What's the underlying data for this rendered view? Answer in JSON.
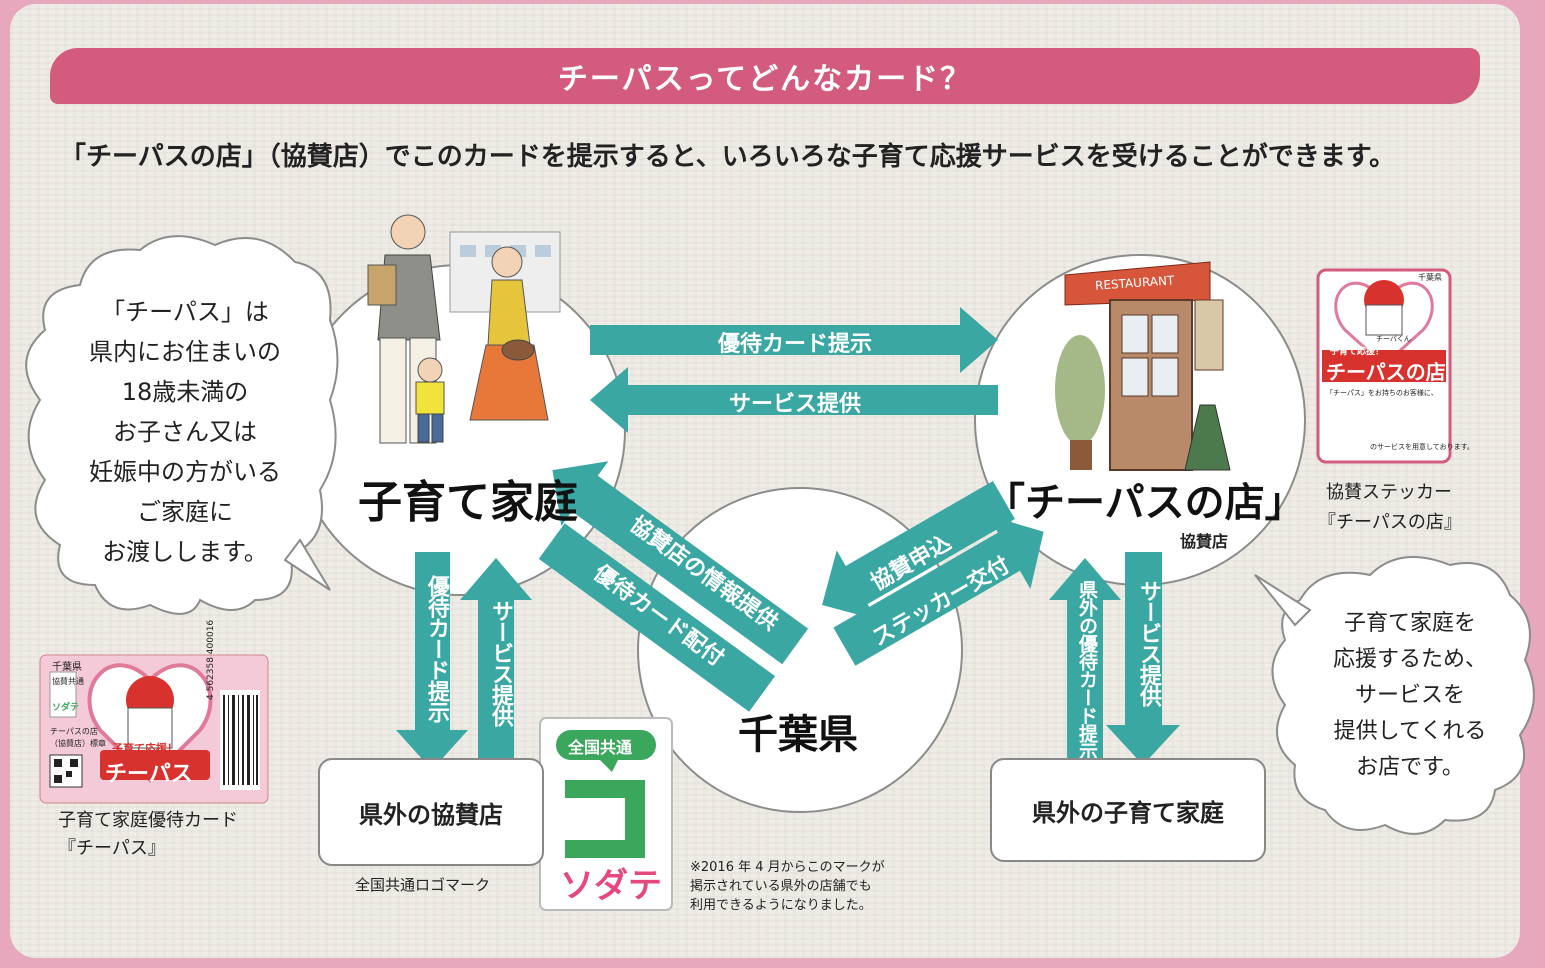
{
  "title": "チーパスってどんなカード？",
  "intro": "「チーパスの店」（協賛店）でこのカードを提示すると、いろいろな子育て応援サービスを受けることができます。",
  "nodes": {
    "family": "子育て家庭",
    "shop": "「チーパスの店」",
    "shop_sub": "協賛店",
    "prefecture": "千葉県",
    "out_shop": "県外の協賛店",
    "out_family": "県外の子育て家庭"
  },
  "arrows": {
    "card_show": "優待カード提示",
    "service": "サービス提供",
    "shop_info": "協賛店の情報提供",
    "card_dist": "優待カード配付",
    "apply": "協賛申込",
    "sticker": "ステッカー交付",
    "left_card": "優待カード提示",
    "left_service": "サービス提供",
    "right_card": "県外の優待カード提示",
    "right_service": "サービス提供"
  },
  "bubble_left": [
    "「チーパス」は",
    "県内にお住まいの",
    "18歳未満の",
    "お子さん又は",
    "妊娠中の方がいる",
    "ご家庭に",
    "お渡しします。"
  ],
  "bubble_right": [
    "子育て家庭を",
    "応援するため、",
    "サービスを",
    "提供してくれる",
    "お店です。"
  ],
  "card": {
    "caption1": "子育て家庭優待カード",
    "caption2": "『チーパス』",
    "pref": "千葉県",
    "banner": "子育て応援！",
    "name": "チーパス",
    "tag": "協賛共通",
    "sodate": "ソダテ",
    "shop_note1": "チーパスの店",
    "shop_note2": "（協賛店）標章",
    "barcode_no": "4 562358 400016"
  },
  "sticker": {
    "caption1": "協賛ステッカー",
    "caption2": "『チーパスの店』",
    "banner": "子育て応援！",
    "name": "チーパスの店",
    "line1": "「チーパス」をお持ちのお客様に、",
    "line2": "のサービスを用意しております。",
    "mascot": "チーバくん",
    "pref": "千葉県"
  },
  "logo": {
    "header": "全国共通",
    "char": "コ",
    "sub": "ソダテ",
    "caption": "全国共通ロゴマーク"
  },
  "note": [
    "※2016 年 4 月からこのマークが",
    "掲示されている県外の店舗でも",
    "利用できるようになりました。"
  ],
  "restaurant_sign": "RESTAURANT",
  "colors": {
    "pink": "#d25b7e",
    "teal": "#3aa7a3",
    "mascot_red": "#d8322e"
  }
}
